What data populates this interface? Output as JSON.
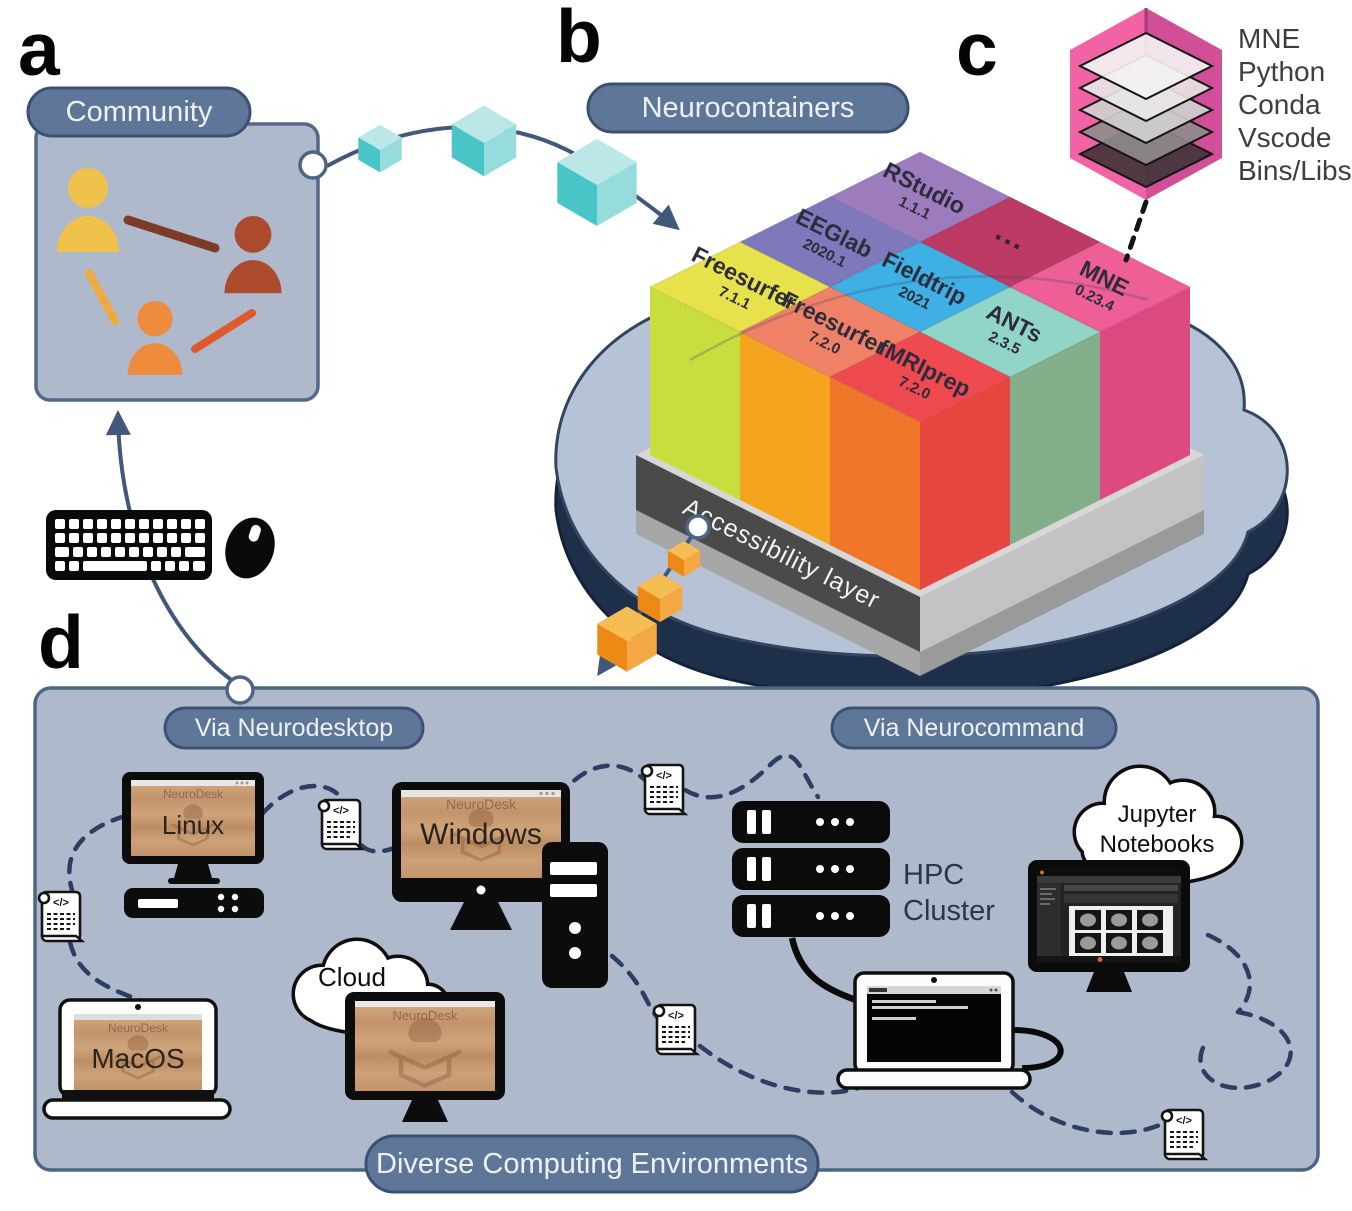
{
  "panel_a": {
    "letter": "a",
    "badge": "Community"
  },
  "panel_b": {
    "letter": "b",
    "badge": "Neurocontainers",
    "accessibility_label": "Accessibility layer",
    "tiles": {
      "rstudio": {
        "name": "RStudio",
        "version": "1.1.1"
      },
      "eeglab": {
        "name": "EEGlab",
        "version": "2020.1"
      },
      "freesurfer711": {
        "name": "Freesurfer",
        "version": "7.1.1"
      },
      "ellipsis": {
        "name": "..."
      },
      "fieldtrip": {
        "name": "Fieldtrip",
        "version": "2021"
      },
      "freesurfer720": {
        "name": "Freesurfer",
        "version": "7.2.0"
      },
      "mne": {
        "name": "MNE",
        "version": "0.23.4"
      },
      "ants": {
        "name": "ANTs",
        "version": "2.3.5"
      },
      "fmriprep": {
        "name": "fMRIprep",
        "version": "7.2.0"
      }
    }
  },
  "panel_c": {
    "letter": "c",
    "layers": [
      "MNE",
      "Python",
      "Conda",
      "Vscode",
      "Bins/Libs"
    ]
  },
  "panel_d": {
    "letter": "d",
    "badge_neurodesktop": "Via Neurodesktop",
    "badge_neurocommand": "Via Neurocommand",
    "badge_bottom": "Diverse Computing Environments",
    "brand": "NeuroDesk",
    "os_linux": "Linux",
    "os_windows": "Windows",
    "os_macos": "MacOS",
    "cloud_label": "Cloud",
    "hpc_label_line1": "HPC",
    "hpc_label_line2": "Cluster",
    "jupyter_line1": "Jupyter",
    "jupyter_line2": "Notebooks",
    "script_glyph": "</>"
  },
  "colors": {
    "panel_fill": "#aeb9cb",
    "badge_fill": "#5e7697",
    "badge_border": "#3a5173",
    "dash_line": "#2c3e63",
    "arrow": "#41587a",
    "teal_cube": "#46c4c6",
    "orange_cube": "#ec8c15",
    "platform_top": "#b6c3d6",
    "platform_edge": "#1e3049",
    "accessibility_band": "#4a4a4a",
    "hexagon_pink": "#f263a6"
  }
}
